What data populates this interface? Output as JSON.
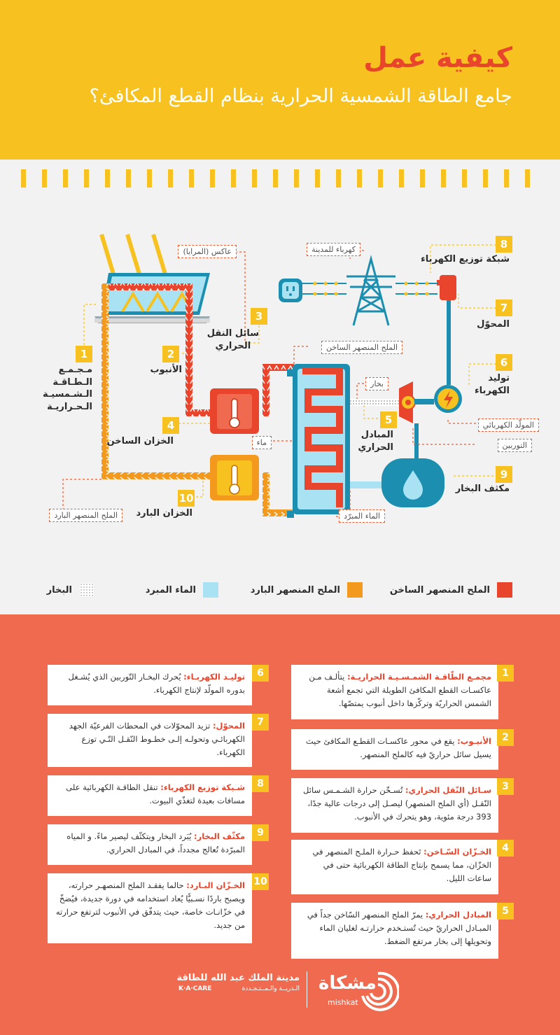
{
  "header": {
    "title": "كيفية عمل",
    "subtitle": "جامع الطاقة الشمسية الحرارية بنظام القطع المكافئ؟"
  },
  "diagram": {
    "labels": {
      "l1": "مـجـمـع\nالـطـاقـة\nالـشـمسيـة\nالـحـراريـة",
      "l2": "الأنبوب",
      "l3": "سائل النقل\nالحراري",
      "l4": "الخزان الساخن",
      "l5": "المبادل\nالحراري",
      "l6": "توليد\nالكهرباء",
      "l7": "المحوّل",
      "l8": "شبكة توزيع الكهرباء",
      "l9": "مكثف البخار",
      "l10": "الخزان البارد"
    },
    "tags": {
      "mirrors": "عاكس (المرايا)",
      "city_power": "كهرباء للمدينة",
      "hot_salt": "الملح المنصهر الساخن",
      "steam": "بخار",
      "water": "ماء",
      "generator": "المولّد الكهربائي",
      "turbine": "التوربين",
      "cold_salt": "الملح المنصهر البارد",
      "cooled_water": "الماء المبرّد"
    },
    "numbers": [
      "1",
      "2",
      "3",
      "4",
      "5",
      "6",
      "7",
      "8",
      "9",
      "10"
    ]
  },
  "legend": {
    "hot_salt": "الملح المنصهر الساخن",
    "cold_salt": "الملح المنصهر البارد",
    "cooled_water": "الماء المبرد",
    "steam": "البخار"
  },
  "colors": {
    "yellow": "#f7c21f",
    "red": "#e8452c",
    "orange": "#f39a1e",
    "coral": "#ef6a4e",
    "lightblue": "#a9e2f2",
    "teal": "#1c8fb0"
  },
  "cards": [
    {
      "num": "1",
      "title": "مجمـع الطّاقـة الشمـسـيـة الحراريـة:",
      "text": " يتألـف مـن عاكسـات القطع المكافئ الطويلة التي تجمع أشعة الشمس الحراريّة وتركّزها داخل أنبوب يمتصّها."
    },
    {
      "num": "2",
      "title": "الأنبـوب:",
      "text": " يقع في محور عاكسـات القطـع المكافئ حيث يسيل سائل حراريّ فيه كالملح المنصهر."
    },
    {
      "num": "3",
      "title": "سـائل النّقل الحراري:",
      "text": " تُسـخّن حرارة الشـمـس سائل النّقـل (أي الملح المنصهر) ليصـل إلى درجات عالية جدًا، 393 درجة مئوية، وهو يتحرك في الأنبوب."
    },
    {
      "num": "4",
      "title": "الخـزّان السّـاخن:",
      "text": " تَحفظ حـرارة الملـح المنصهر في الخزّان، مما يسمح بإنتاج الطاقة الكهربائية حتى في ساعات الليل."
    },
    {
      "num": "5",
      "title": "المبادل الحراري:",
      "text": " يمرّ الملح المنصهر السّاخن جداً في المبـادل الحراريّ حيث تُستـخدم حرارتـه لغليان الماء وتحويلها إلى بخار مرتفع الضغط."
    },
    {
      "num": "6",
      "title": "توليـد الكهربـاء:",
      "text": " يُحرك البخـار التّوربين الذي يُشـغل بدوره المولّد لإنتاج الكهرباء."
    },
    {
      "num": "7",
      "title": "المحوّل:",
      "text": " تزيد المحوّلات في المحطات الفرعيّة الجهد الكهربائـي وتحولـه إلـى خطـوط النّقـل التّـي توزع الكهرباء."
    },
    {
      "num": "8",
      "title": "شـبكة توزيع الكهرباء:",
      "text": " تنقل الطاقـة الكهربائية على مسافات بعيدة لتغذّي البيوت."
    },
    {
      "num": "9",
      "title": "مكثّف البخار:",
      "text": " يُبَرد البخار ويتكثّف ليصير ماءً. و المياه المبرّدة تُعالج مجدداً، في المبادل الحراري."
    },
    {
      "num": "10",
      "title": "الخـزّان البـارد:",
      "text": " حالما يفقـد الملح المنصهـر حرارته، ويصبح باردًا نسـبيًّا يُعاد استخدامه في دورة جديدة، فيُضخّ في خزّانـات خاصة، حيث يتدفّق في الأنبوب لترتفع حرارته من جديد."
    }
  ],
  "footer": {
    "brand_ar": "مشكاة",
    "brand_en": "mishkat",
    "org_ar": "مدينة الملك عبد الله للطاقة",
    "org_sub_ar": "الـذريــة والـمــتـجـددة",
    "org_en": "K·A·CARE"
  }
}
